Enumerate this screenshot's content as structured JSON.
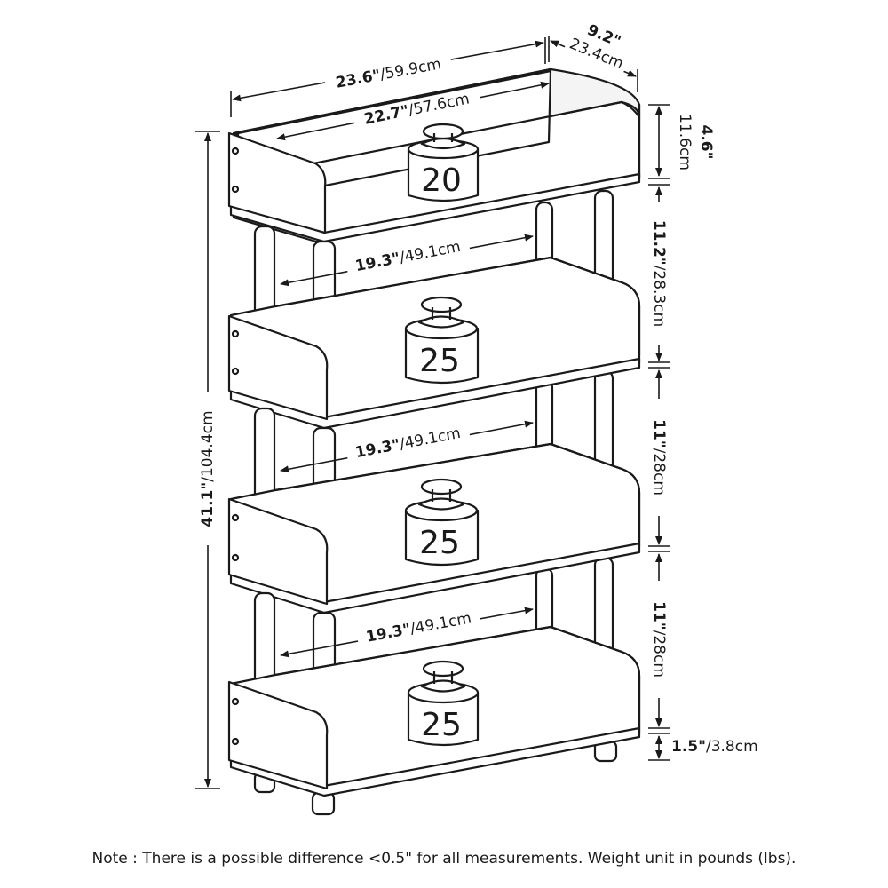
{
  "dimensions": {
    "overall_width": {
      "bold": "23.6\"",
      "rest": "/59.9cm"
    },
    "top_inner_width": {
      "bold": "22.7\"",
      "rest": "/57.6cm"
    },
    "depth": {
      "bold": "9.2\"",
      "rest": "23.4cm"
    },
    "top_rail_height": {
      "bold": "4.6\"",
      "rest": "11.6cm"
    },
    "overall_height": {
      "bold": "41.1\"",
      "rest": "/104.4cm"
    },
    "tier1_height": {
      "bold": "11.2\"",
      "rest": "/28.3cm"
    },
    "tier2_height": {
      "bold": "11\"",
      "rest": "/28cm"
    },
    "tier3_height": {
      "bold": "11\"",
      "rest": "/28cm"
    },
    "foot_height": {
      "bold": "1.5\"",
      "rest": "/3.8cm"
    },
    "shelf1_inner_width": {
      "bold": "19.3\"",
      "rest": "/49.1cm"
    },
    "shelf2_inner_width": {
      "bold": "19.3\"",
      "rest": "/49.1cm"
    },
    "shelf3_inner_width": {
      "bold": "19.3\"",
      "rest": "/49.1cm"
    }
  },
  "weights": [
    "20",
    "25",
    "25",
    "25"
  ],
  "note": "Note : There is a possible difference <0.5\" for all measurements. Weight unit in pounds (lbs)."
}
